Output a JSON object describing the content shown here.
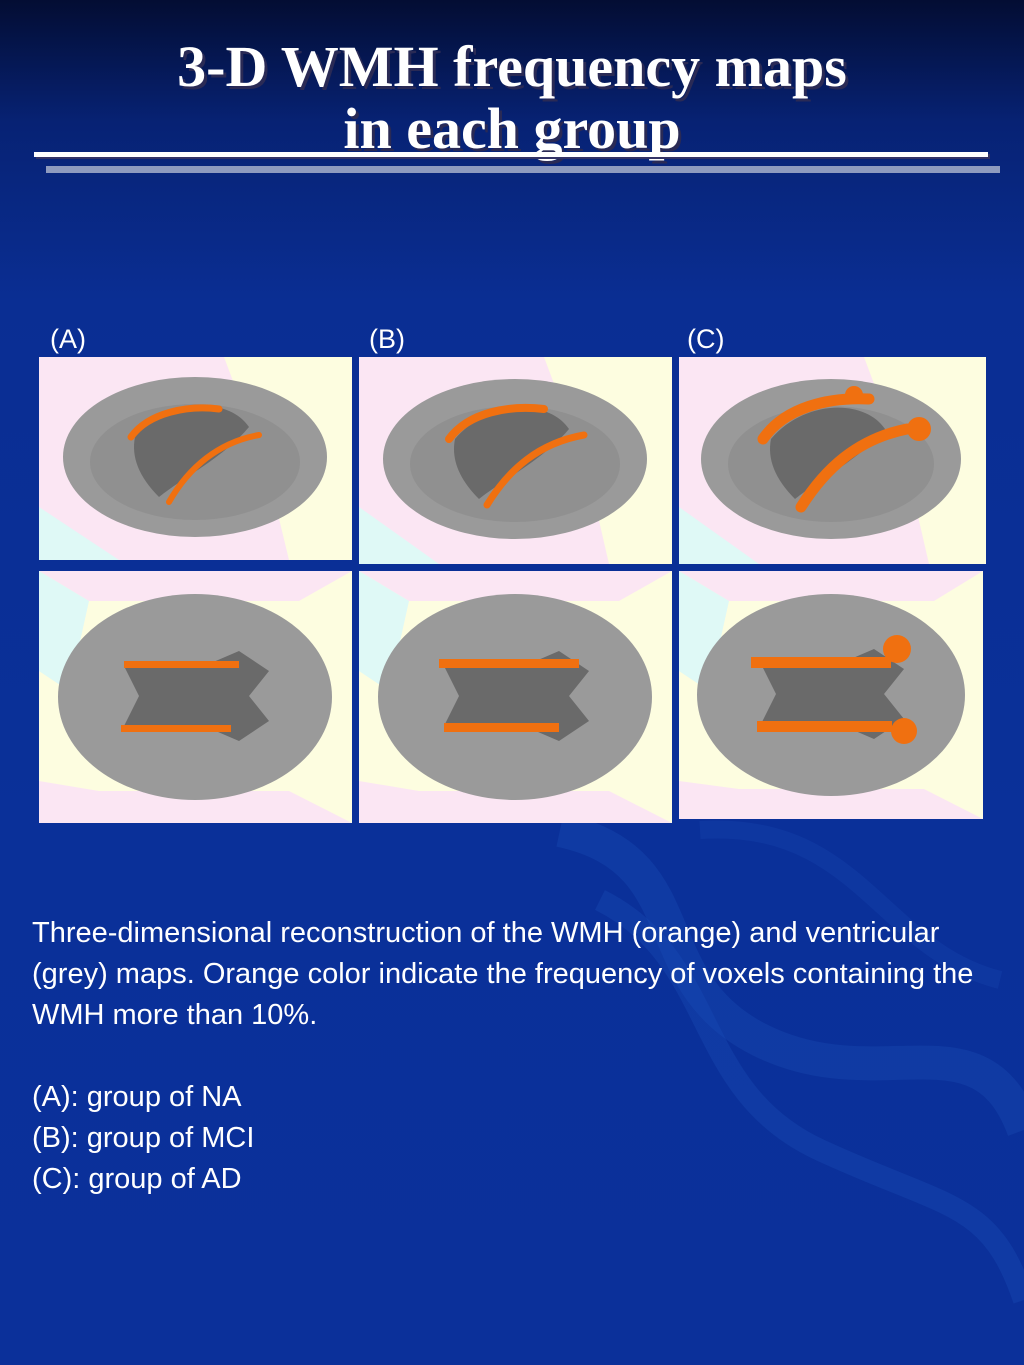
{
  "slide": {
    "title_line1": "3-D WMH frequency maps",
    "title_line2": "in each group"
  },
  "panels": [
    {
      "label": "(A)"
    },
    {
      "label": "(B)"
    },
    {
      "label": "(C)"
    }
  ],
  "caption": "Three-dimensional reconstruction of the WMH (orange) and ventricular (grey) maps. Orange color indicate the frequency of voxels containing the WMH more than 10%.",
  "legend": [
    "(A): group of NA",
    "(B): group of MCI",
    "(C): group of AD"
  ],
  "colors": {
    "background": "#0a3099",
    "wmh": "#f07010",
    "ventricle": "#6d6d6d",
    "brain": "#9a9a9a"
  }
}
